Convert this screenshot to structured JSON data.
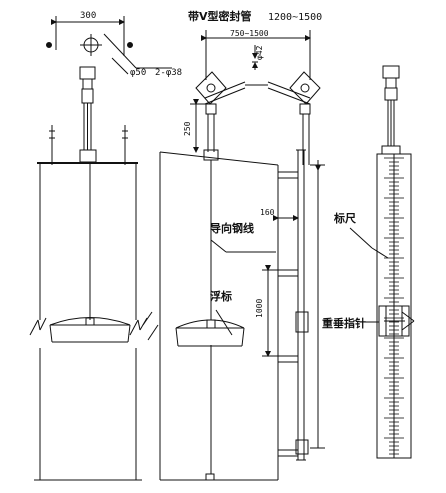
{
  "labels": {
    "title_cn": "带V型密封管",
    "title_range": "1200~1500",
    "dim_300": "300",
    "dim_phi50": "φ50",
    "dim_2phi38": "2-φ38",
    "dim_750_1500": "750~1500",
    "dim_phi42": "φ42",
    "dim_250": "250",
    "dim_160": "160",
    "dim_1000": "1000",
    "guide_wire": "导向钢线",
    "float": "浮标",
    "scale": "标尺",
    "pointer": "重垂指针"
  },
  "colors": {
    "ink": "#111111",
    "paper": "#ffffff"
  }
}
